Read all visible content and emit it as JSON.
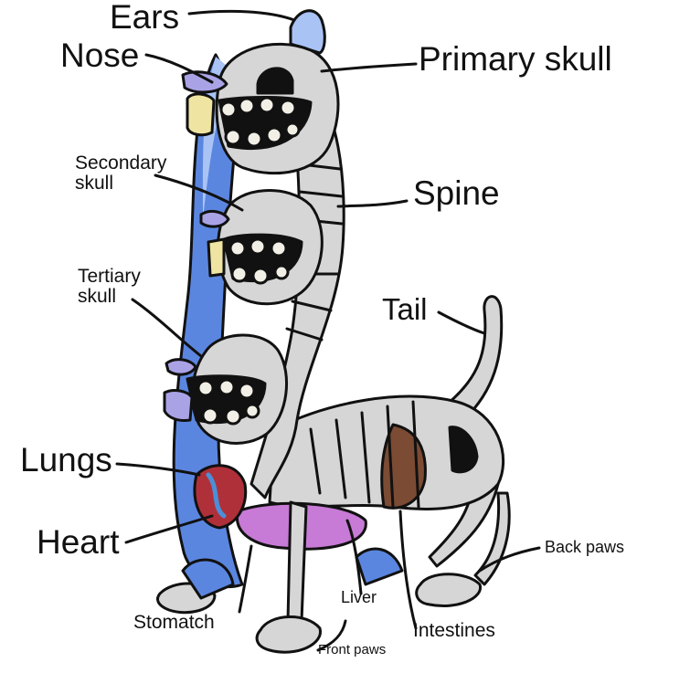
{
  "labels": {
    "ears": "Ears",
    "nose": "Nose",
    "primary_skull": "Primary skull",
    "secondary_skull": "Secondary skull",
    "spine": "Spine",
    "tertiary_skull": "Tertiary skull",
    "tail": "Tail",
    "lungs": "Lungs",
    "heart": "Heart",
    "back_paws": "Back paws",
    "liver": "Liver",
    "stomatch": "Stomatch",
    "intestines": "Intestines",
    "front_paws": "Front paws"
  },
  "colors": {
    "bone": "#d6d6d6",
    "outline": "#111111",
    "fur_blue": "#5b86e0",
    "fur_light_blue": "#a9c3f5",
    "fur_lavender": "#a9a3e6",
    "teeth": "#f2f0e6",
    "yellow": "#efe4a2",
    "lung_red": "#b0303a",
    "stomach_purple": "#c77ad6",
    "intestine_brown": "#7b4b33",
    "pink": "#e6a2d8"
  }
}
